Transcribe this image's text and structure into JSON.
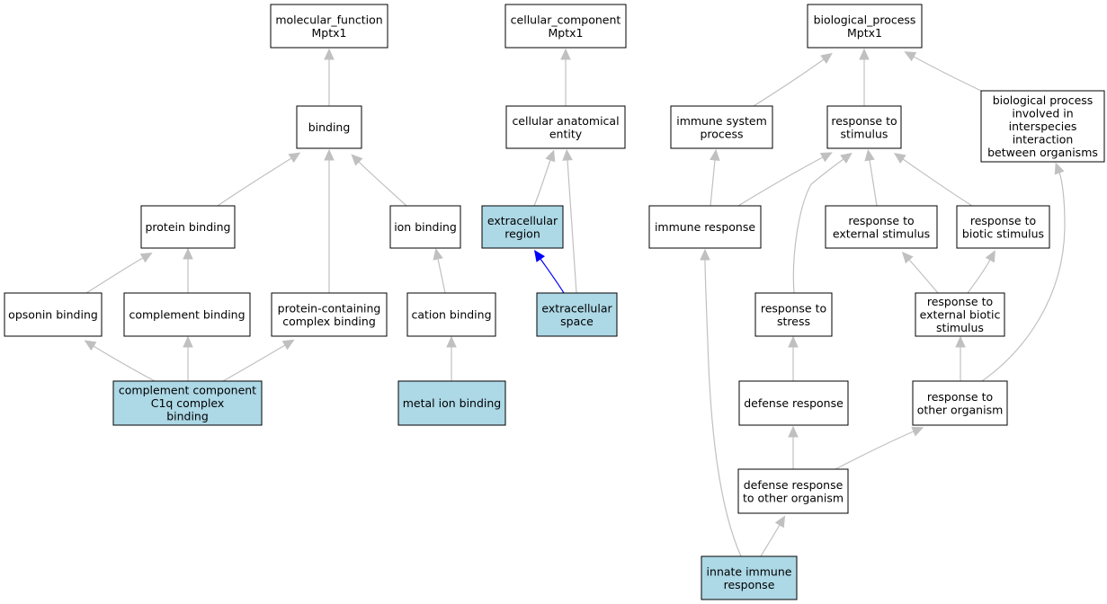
{
  "colors": {
    "highlight_fill": "#add8e6",
    "default_fill": "#ffffff",
    "edge": "#c0c0c0",
    "highlight_edge": "#0000ff"
  },
  "nodes": [
    {
      "id": "mf",
      "lines": [
        "molecular_function",
        "Mptx1"
      ],
      "highlighted": false
    },
    {
      "id": "cc",
      "lines": [
        "cellular_component",
        "Mptx1"
      ],
      "highlighted": false
    },
    {
      "id": "bp",
      "lines": [
        "biological_process",
        "Mptx1"
      ],
      "highlighted": false
    },
    {
      "id": "binding",
      "lines": [
        "binding"
      ],
      "highlighted": false
    },
    {
      "id": "cae",
      "lines": [
        "cellular anatomical",
        "entity"
      ],
      "highlighted": false
    },
    {
      "id": "isp",
      "lines": [
        "immune system",
        "process"
      ],
      "highlighted": false
    },
    {
      "id": "rts",
      "lines": [
        "response to",
        "stimulus"
      ],
      "highlighted": false
    },
    {
      "id": "bpii",
      "lines": [
        "biological process",
        "involved in",
        "interspecies",
        "interaction",
        "between organisms"
      ],
      "highlighted": false
    },
    {
      "id": "pb",
      "lines": [
        "protein binding"
      ],
      "highlighted": false
    },
    {
      "id": "ionb",
      "lines": [
        "ion binding"
      ],
      "highlighted": false
    },
    {
      "id": "er",
      "lines": [
        "extracellular",
        "region"
      ],
      "highlighted": true
    },
    {
      "id": "ir",
      "lines": [
        "immune response"
      ],
      "highlighted": false
    },
    {
      "id": "rtes",
      "lines": [
        "response to",
        "external stimulus"
      ],
      "highlighted": false
    },
    {
      "id": "rtbs",
      "lines": [
        "response to",
        "biotic stimulus"
      ],
      "highlighted": false
    },
    {
      "id": "ob",
      "lines": [
        "opsonin binding"
      ],
      "highlighted": false
    },
    {
      "id": "cb",
      "lines": [
        "complement binding"
      ],
      "highlighted": false
    },
    {
      "id": "pccb",
      "lines": [
        "protein-containing",
        "complex binding"
      ],
      "highlighted": false
    },
    {
      "id": "catb",
      "lines": [
        "cation binding"
      ],
      "highlighted": false
    },
    {
      "id": "es",
      "lines": [
        "extracellular",
        "space"
      ],
      "highlighted": true
    },
    {
      "id": "rtstress",
      "lines": [
        "response to",
        "stress"
      ],
      "highlighted": false
    },
    {
      "id": "rtebs",
      "lines": [
        "response to",
        "external biotic",
        "stimulus"
      ],
      "highlighted": false
    },
    {
      "id": "c1q",
      "lines": [
        "complement component",
        "C1q complex",
        "binding"
      ],
      "highlighted": true
    },
    {
      "id": "mib",
      "lines": [
        "metal ion binding"
      ],
      "highlighted": true
    },
    {
      "id": "dr",
      "lines": [
        "defense response"
      ],
      "highlighted": false
    },
    {
      "id": "rtoo",
      "lines": [
        "response to",
        "other organism"
      ],
      "highlighted": false
    },
    {
      "id": "drtoo",
      "lines": [
        "defense response",
        "to other organism"
      ],
      "highlighted": false
    },
    {
      "id": "iir",
      "lines": [
        "innate immune",
        "response"
      ],
      "highlighted": true
    }
  ],
  "edges": [
    {
      "from": "binding",
      "to": "mf",
      "highlighted": false
    },
    {
      "from": "pb",
      "to": "binding",
      "highlighted": false
    },
    {
      "from": "pccb",
      "to": "binding",
      "highlighted": false
    },
    {
      "from": "ionb",
      "to": "binding",
      "highlighted": false
    },
    {
      "from": "ob",
      "to": "pb",
      "highlighted": false
    },
    {
      "from": "cb",
      "to": "pb",
      "highlighted": false
    },
    {
      "from": "c1q",
      "to": "ob",
      "highlighted": false
    },
    {
      "from": "c1q",
      "to": "cb",
      "highlighted": false
    },
    {
      "from": "c1q",
      "to": "pccb",
      "highlighted": false
    },
    {
      "from": "catb",
      "to": "ionb",
      "highlighted": false
    },
    {
      "from": "mib",
      "to": "catb",
      "highlighted": false
    },
    {
      "from": "cae",
      "to": "cc",
      "highlighted": false
    },
    {
      "from": "er",
      "to": "cae",
      "highlighted": false
    },
    {
      "from": "es",
      "to": "cae",
      "highlighted": false
    },
    {
      "from": "es",
      "to": "er",
      "highlighted": true
    },
    {
      "from": "isp",
      "to": "bp",
      "highlighted": false
    },
    {
      "from": "rts",
      "to": "bp",
      "highlighted": false
    },
    {
      "from": "bpii",
      "to": "bp",
      "highlighted": false
    },
    {
      "from": "ir",
      "to": "isp",
      "highlighted": false
    },
    {
      "from": "ir",
      "to": "rts",
      "highlighted": false
    },
    {
      "from": "rtes",
      "to": "rts",
      "highlighted": false
    },
    {
      "from": "rtbs",
      "to": "rts",
      "highlighted": false
    },
    {
      "from": "rtstress",
      "to": "rts",
      "highlighted": false
    },
    {
      "from": "rtebs",
      "to": "rtes",
      "highlighted": false
    },
    {
      "from": "rtebs",
      "to": "rtbs",
      "highlighted": false
    },
    {
      "from": "dr",
      "to": "rtstress",
      "highlighted": false
    },
    {
      "from": "rtoo",
      "to": "rtebs",
      "highlighted": false
    },
    {
      "from": "rtoo",
      "to": "bpii",
      "highlighted": false
    },
    {
      "from": "drtoo",
      "to": "dr",
      "highlighted": false
    },
    {
      "from": "drtoo",
      "to": "rtoo",
      "highlighted": false
    },
    {
      "from": "iir",
      "to": "drtoo",
      "highlighted": false
    },
    {
      "from": "iir",
      "to": "ir",
      "highlighted": false
    }
  ]
}
